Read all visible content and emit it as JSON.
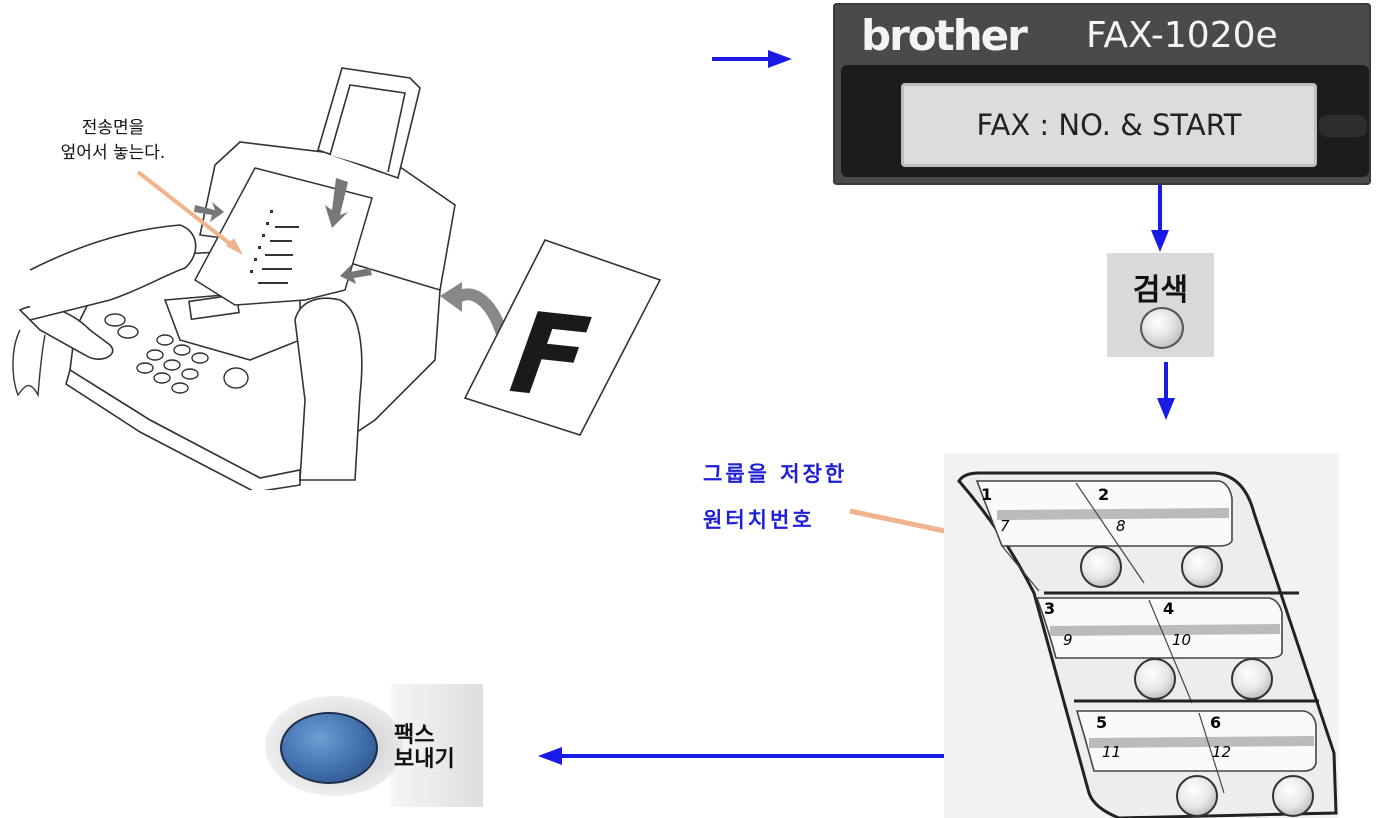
{
  "fax_illustration": {
    "instruction_line1": "전송면을",
    "instruction_line2": "엎어서 놓는다.",
    "document_letter": "F"
  },
  "lcd": {
    "brand": "brother",
    "model": "FAX-1020e",
    "display_text": "FAX : NO. & START"
  },
  "search_button": {
    "label": "검색"
  },
  "group_note": {
    "line1": "그룹을 저장한",
    "line2": "원터치번호"
  },
  "one_touch_keys": [
    {
      "top": "1",
      "bottom": "7"
    },
    {
      "top": "2",
      "bottom": "8"
    },
    {
      "top": "3",
      "bottom": "9"
    },
    {
      "top": "4",
      "bottom": "10"
    },
    {
      "top": "5",
      "bottom": "11"
    },
    {
      "top": "6",
      "bottom": "12"
    }
  ],
  "send_button": {
    "line1": "팩스",
    "line2": "보내기"
  },
  "colors": {
    "flow_arrow": "#1a1ae6",
    "pointer_line": "#f0b48c",
    "group_text": "#1f1fd6"
  }
}
